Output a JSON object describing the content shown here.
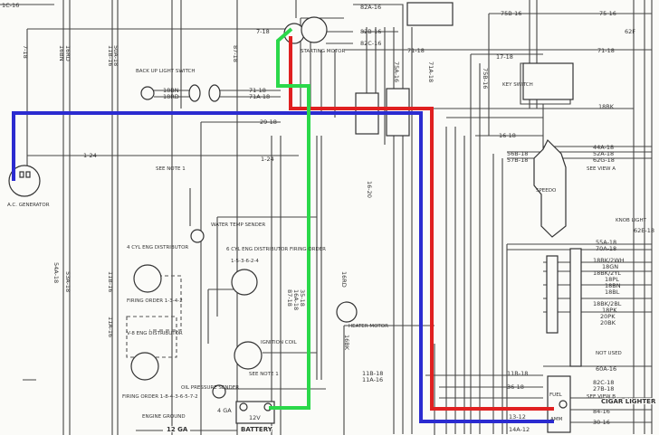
{
  "highlight_colors": {
    "blue": "#2b2bd0",
    "red": "#e02020",
    "green": "#2bd84a"
  },
  "components": {
    "ac_generator": "A.C. GENERATOR",
    "starting_motor": "STARTING MOTOR",
    "backup_switch": "BACK UP LIGHT SWITCH",
    "key_switch": "KEY SWITCH",
    "speedo": "SPEEDO",
    "water_temp": "WATER TEMP SENDER",
    "dist4_title": "4 CYL ENG DISTRIBUTOR",
    "dist4_order": "FIRING ORDER 1-3-4-2",
    "dist6_title": "6 CYL ENG DISTRIBUTOR FIRING ORDER",
    "dist6_order": "1-5-3-6-2-4",
    "dist8_title": "V-8 ENG DISTRIBUTOR",
    "dist8_order": "FIRING ORDER 1-8-4-3-6-5-7-2",
    "ignition_coil": "IGNITION COIL",
    "oil_sender": "OIL PRESSURE SENDER",
    "engine_ground": "ENGINE GROUND",
    "battery": "BATTERY",
    "battery_v": "12V",
    "heater_motor": "HEATER MOTOR",
    "knob_light": "KNOB LIGHT",
    "not_used": "NOT USED",
    "fuel": "FUEL",
    "amm": "AMM",
    "cigar": "CIGAR LIGHTER",
    "see_view_a": "SEE VIEW A",
    "see_view_b": "SEE VIEW B",
    "see_note": "SEE NOTE 1"
  },
  "wires": {
    "w1": "1C-16",
    "w2": "7-18",
    "w3": "16BN",
    "w4": "16RD",
    "w5": "11B-16",
    "w6": "50A-18",
    "w7": "18BN",
    "w8": "18RD",
    "w9": "71-18",
    "w10": "71A-18",
    "w11": "87-18",
    "w12": "29-18",
    "w13": "1-24",
    "w14": "1-24",
    "w15": "82A-16",
    "w16": "82B-16",
    "w17": "82C-16",
    "w18": "75B-16",
    "w19": "75-16",
    "w20": "71-18",
    "w21": "17-18",
    "w22": "18BK",
    "w23": "16-18",
    "w24": "44A-18",
    "w25": "52A-18",
    "w26": "62G-18",
    "w27": "56B-18",
    "w28": "57B-18",
    "w29": "54A-18",
    "w30": "53A-18",
    "w31": "11A-16",
    "w32": "55A-18",
    "w33": "70A-18",
    "w34": "18BK/2WH",
    "w35": "18GN",
    "w36": "18BK/2YL",
    "w37": "18PL",
    "w38": "18BN",
    "w39": "18BL",
    "w40": "18BK/2BL",
    "w41": "18PK",
    "w42": "20PK",
    "w43": "20BK",
    "w44": "60A-16",
    "w45": "11B-18",
    "w46": "11A-16",
    "w47": "36-18",
    "w48": "82C-18",
    "w49": "27B-18",
    "w50": "84-16",
    "w51": "30-16",
    "w52": "13-12",
    "w53": "14A-12",
    "w54": "4 GA",
    "w55": "12 GA",
    "w56": "62E-18",
    "w57": "75A-16",
    "w58": "71A-18",
    "w59": "16-20",
    "w60": "16RD",
    "w61": "16BK",
    "w62": "87-18",
    "w63": "16A-18",
    "w64": "35-18",
    "w65": "62F"
  }
}
